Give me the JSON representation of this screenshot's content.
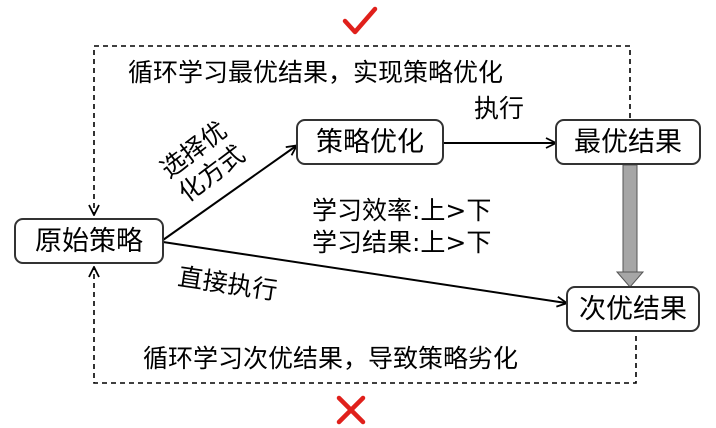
{
  "nodes": {
    "original": "原始策略",
    "optimize": "策略优化",
    "best": "最优结果",
    "suboptimal": "次优结果"
  },
  "labels": {
    "loop_top": "循环学习最优结果，实现策略优化",
    "loop_bottom": "循环学习次优结果，导致策略劣化",
    "choose_line1": "选择优",
    "choose_line2": "化方式",
    "execute": "执行",
    "direct_execute": "直接执行",
    "efficiency": "学习效率:上>下",
    "result": "学习结果:上>下"
  },
  "icons": {
    "good": "check-mark-icon",
    "bad": "cross-mark-icon"
  },
  "colors": {
    "mark": "#e0201b",
    "line": "#000000",
    "box_border": "#333333",
    "thick_arrow": "#a6a6a6"
  }
}
